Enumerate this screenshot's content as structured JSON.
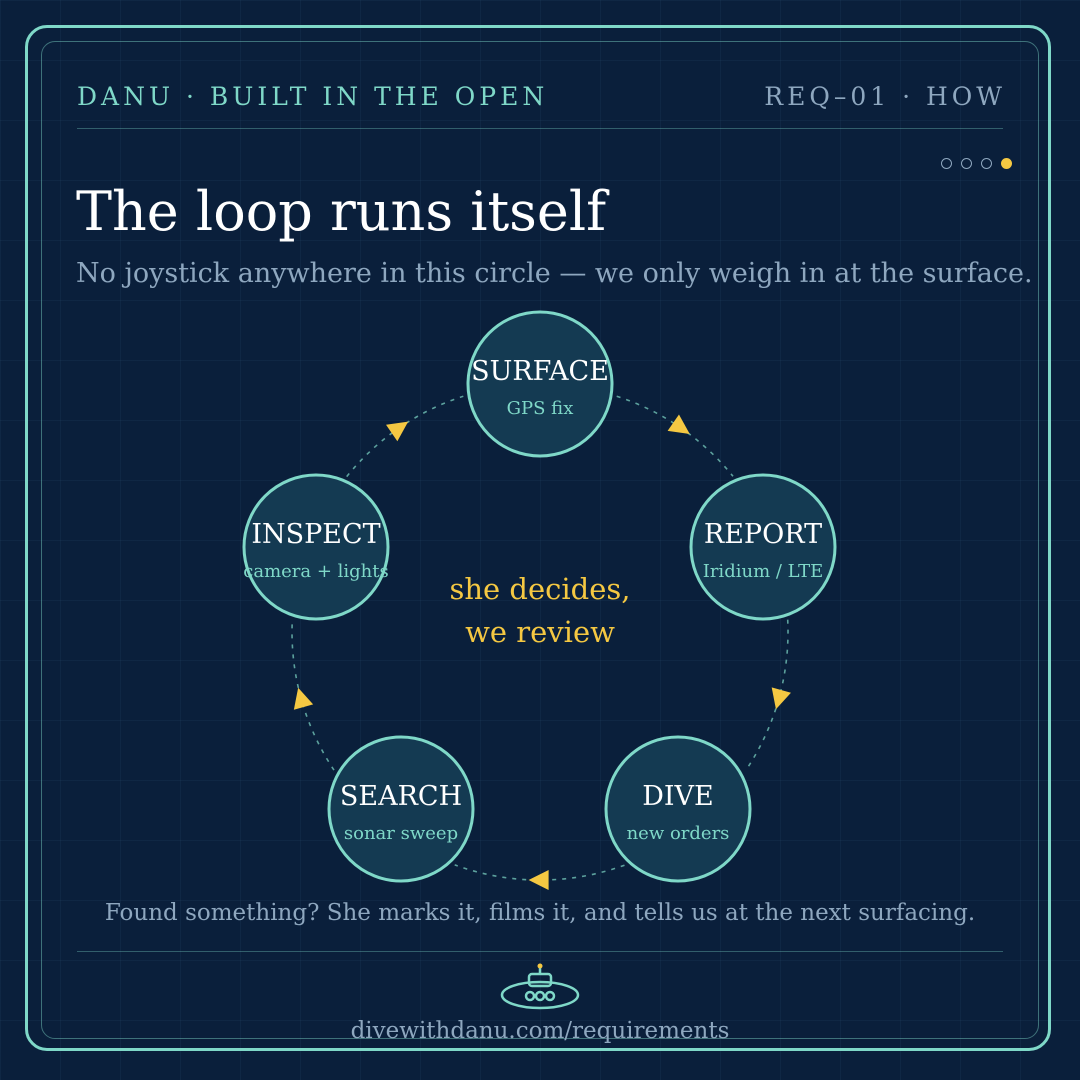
{
  "header": {
    "left": "DANU · BUILT IN THE OPEN",
    "right": "REQ–01 · HOW"
  },
  "pagination": {
    "total": 4,
    "active": 4
  },
  "title": "The loop runs itself",
  "subtitle": "No joystick anywhere in this circle — we only weigh in at the surface.",
  "center_label": [
    "she decides,",
    "we review"
  ],
  "nodes": [
    {
      "title": "SURFACE",
      "sub": "GPS fix"
    },
    {
      "title": "REPORT",
      "sub": "Iridium / LTE"
    },
    {
      "title": "DIVE",
      "sub": "new orders"
    },
    {
      "title": "SEARCH",
      "sub": "sonar sweep"
    },
    {
      "title": "INSPECT",
      "sub": "camera + lights"
    }
  ],
  "footnote": "Found something? She marks it, films it, and tells us at the next surfacing.",
  "url": "divewithdanu.com/requirements",
  "colors": {
    "background": "#0a1f3b",
    "accent": "#7fd8c8",
    "highlight": "#f5c842",
    "muted": "#8ea7bf",
    "node_fill": "#143a52"
  },
  "icons": {
    "logo": "submarine-icon"
  }
}
